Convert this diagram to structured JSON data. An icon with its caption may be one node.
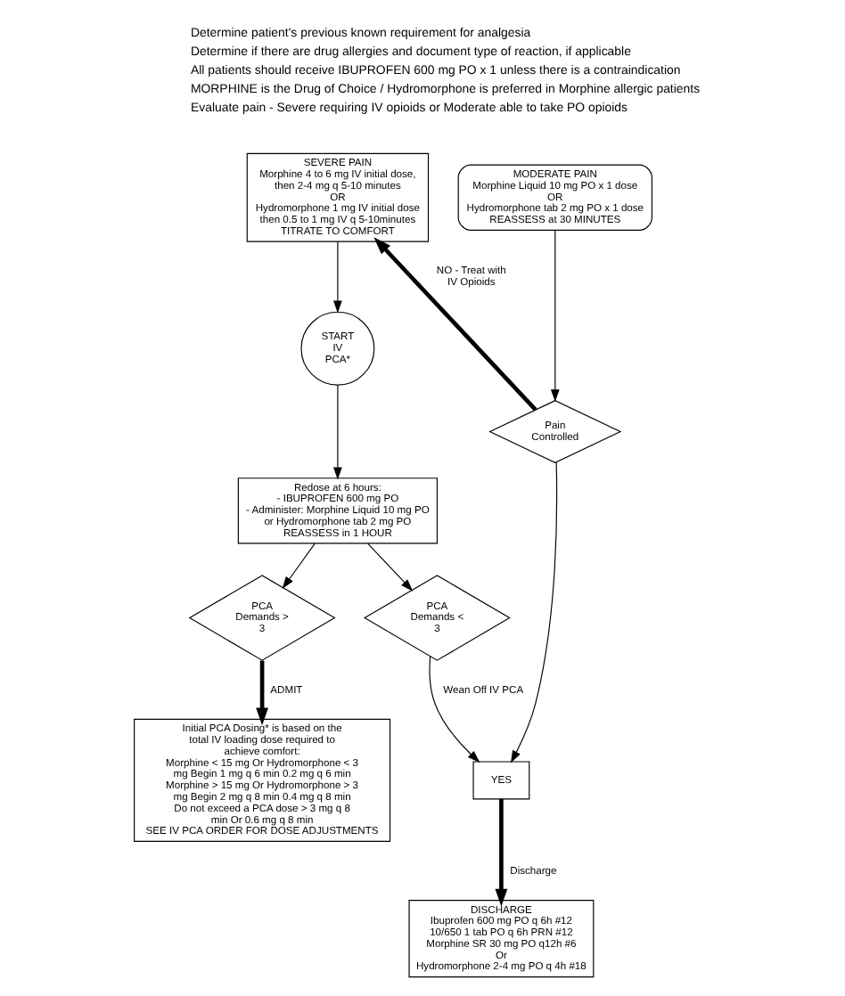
{
  "diagram": {
    "nodes": [
      {
        "text": [
          "SEVERE PAIN",
          "Morphine 4 to 6 mg IV initial dose, then 2-4 mg q 5-10 minutes",
          "OR",
          "Hydromorphone 1 mg IV initial dose then 0.5 to 1 mg IV q 5-10minutes",
          "TITRATE TO COMFORT"
        ]
      },
      {
        "text": [
          "MODERATE PAIN",
          "Morphine Liquid 10 mg PO x 1 dose",
          "OR",
          "Hydromorphone tab 2 mg PO x 1 dose",
          "REASSESS at 30 MINUTES"
        ]
      },
      {
        "text": [
          "Pain Controlled"
        ]
      },
      {
        "text": [
          "START IV PCA*"
        ]
      },
      {
        "text": [
          "Redose at 6 hours:",
          "- IBUPROFEN 600 mg PO",
          "- Administer: Morphine Liquid 10 mg PO or Hydromorphone tab 2 mg PO",
          "REASSESS in 1 HOUR"
        ]
      },
      {
        "text": [
          "PCA Demands < 3"
        ]
      },
      {
        "text": [
          "YES"
        ]
      },
      {
        "text": [
          "PCA Demands > 3"
        ]
      },
      {
        "text": [
          "Initial PCA Dosing* is based on the total IV loading dose required to achieve comfort:",
          "Morphine < 15 mg Or Hydromorphone < 3 mg Begin 1 mg q 6 min 0.2 mg q 6 min",
          "Morphine > 15 mg Or Hydromorphone > 3 mg Begin 2 mg q 8 min 0.4 mg q 8 min",
          "Do not exceed a PCA dose > 3 mg q 8 min Or 0.6 mg q 8 min",
          "SEE IV PCA ORDER FOR DOSE ADJUSTMENTS"
        ]
      },
      {
        "text": [
          "DISCHARGE",
          "Ibuprofen 600 mg PO q 6h #12",
          "10/650 1 tab PO q 6h PRN #12",
          "Morphine SR 30 mg PO q12h #6",
          "Or",
          "Hydromorphone 2-4 mg PO q 4h #18"
        ]
      }
    ],
    "edges": [
      {
        "from": 0,
        "to": 3,
        "arrow": "to"
      },
      {
        "from": 1,
        "to": 2,
        "arrow": "to"
      },
      {
        "from": 2,
        "to": 0,
        "arrow": "to",
        "label": "NO - Treat with IV Opioids",
        "style": "thick"
      },
      {
        "from": 2,
        "to": 6,
        "arrow": "to"
      },
      {
        "from": 3,
        "to": 4,
        "arrow": "to"
      },
      {
        "from": 4,
        "to": 5,
        "arrow": "to"
      },
      {
        "from": 5,
        "to": 6,
        "arrow": "to",
        "label": "Wean Off IV PCA"
      },
      {
        "from": 4,
        "to": 7,
        "arrow": "to"
      },
      {
        "from": 7,
        "to": 8,
        "arrow": "to",
        "label": "ADMIT",
        "style": "thick"
      },
      {
        "from": 6,
        "to": 9,
        "arrow": "to",
        "label": "Discharge",
        "style": "thick"
      }
    ],
    "labels": [
      "Determine patient's previous known requirement for analgesia",
      "Determine if there are drug allergies and document type of reaction, if applicable",
      "All patients should receive IBUPROFEN 600 mg PO x 1 unless there is a contraindication",
      "MORPHINE is the Drug of Choice / Hydromorphone is preferred in Morphine allergic patients",
      "Evaluate pain - Severe requiring IV opioids or Moderate able to take PO opioids"
    ]
  }
}
